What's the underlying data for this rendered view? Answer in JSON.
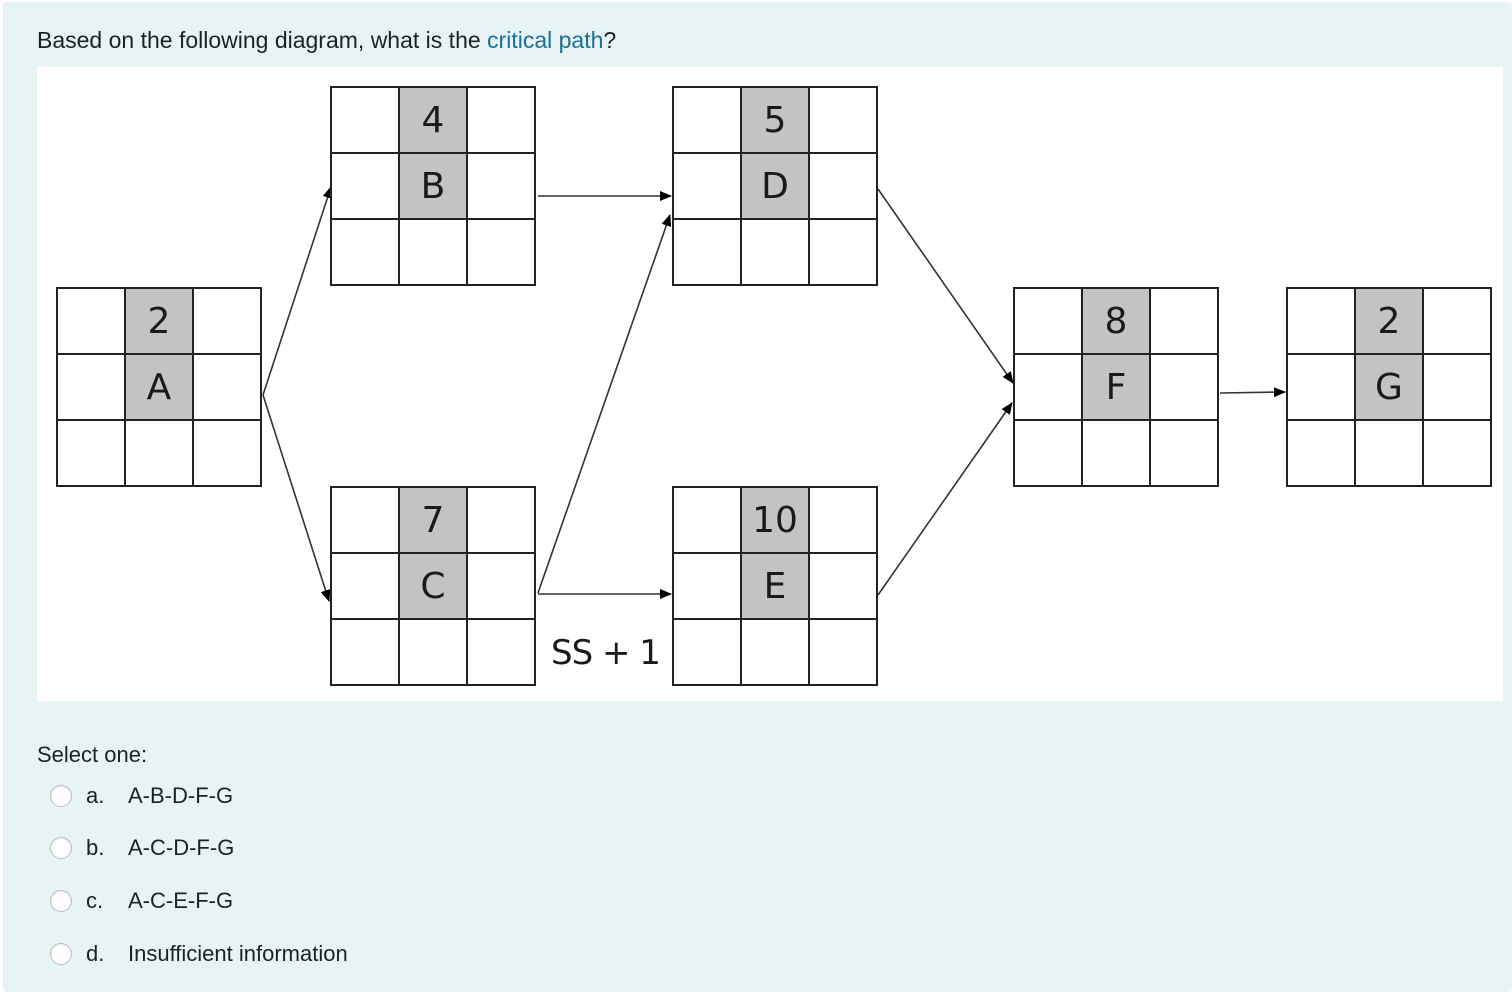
{
  "question": {
    "text_before": "Based on the following diagram, what is the ",
    "link_text": "critical path",
    "text_after": "?",
    "link_color": "#1a7198"
  },
  "diagram": {
    "nodes": [
      {
        "id": "A",
        "duration": "2",
        "label": "A"
      },
      {
        "id": "B",
        "duration": "4",
        "label": "B"
      },
      {
        "id": "C",
        "duration": "7",
        "label": "C"
      },
      {
        "id": "D",
        "duration": "5",
        "label": "D"
      },
      {
        "id": "E",
        "duration": "10",
        "label": "E"
      },
      {
        "id": "F",
        "duration": "8",
        "label": "F"
      },
      {
        "id": "G",
        "duration": "2",
        "label": "G"
      }
    ],
    "edges": [
      {
        "from": "A",
        "to": "B"
      },
      {
        "from": "A",
        "to": "C"
      },
      {
        "from": "B",
        "to": "D"
      },
      {
        "from": "C",
        "to": "D"
      },
      {
        "from": "C",
        "to": "E",
        "label": "SS + 1"
      },
      {
        "from": "D",
        "to": "F"
      },
      {
        "from": "E",
        "to": "F"
      },
      {
        "from": "F",
        "to": "G"
      }
    ],
    "lag_label": "SS + 1",
    "shade_color": "#c3c3c3"
  },
  "answer": {
    "prompt": "Select one:",
    "options": [
      {
        "letter": "a.",
        "text": "A-B-D-F-G",
        "selected": false
      },
      {
        "letter": "b.",
        "text": "A-C-D-F-G",
        "selected": false
      },
      {
        "letter": "c.",
        "text": "A-C-E-F-G",
        "selected": false
      },
      {
        "letter": "d.",
        "text": "Insufficient information",
        "selected": false
      }
    ]
  }
}
